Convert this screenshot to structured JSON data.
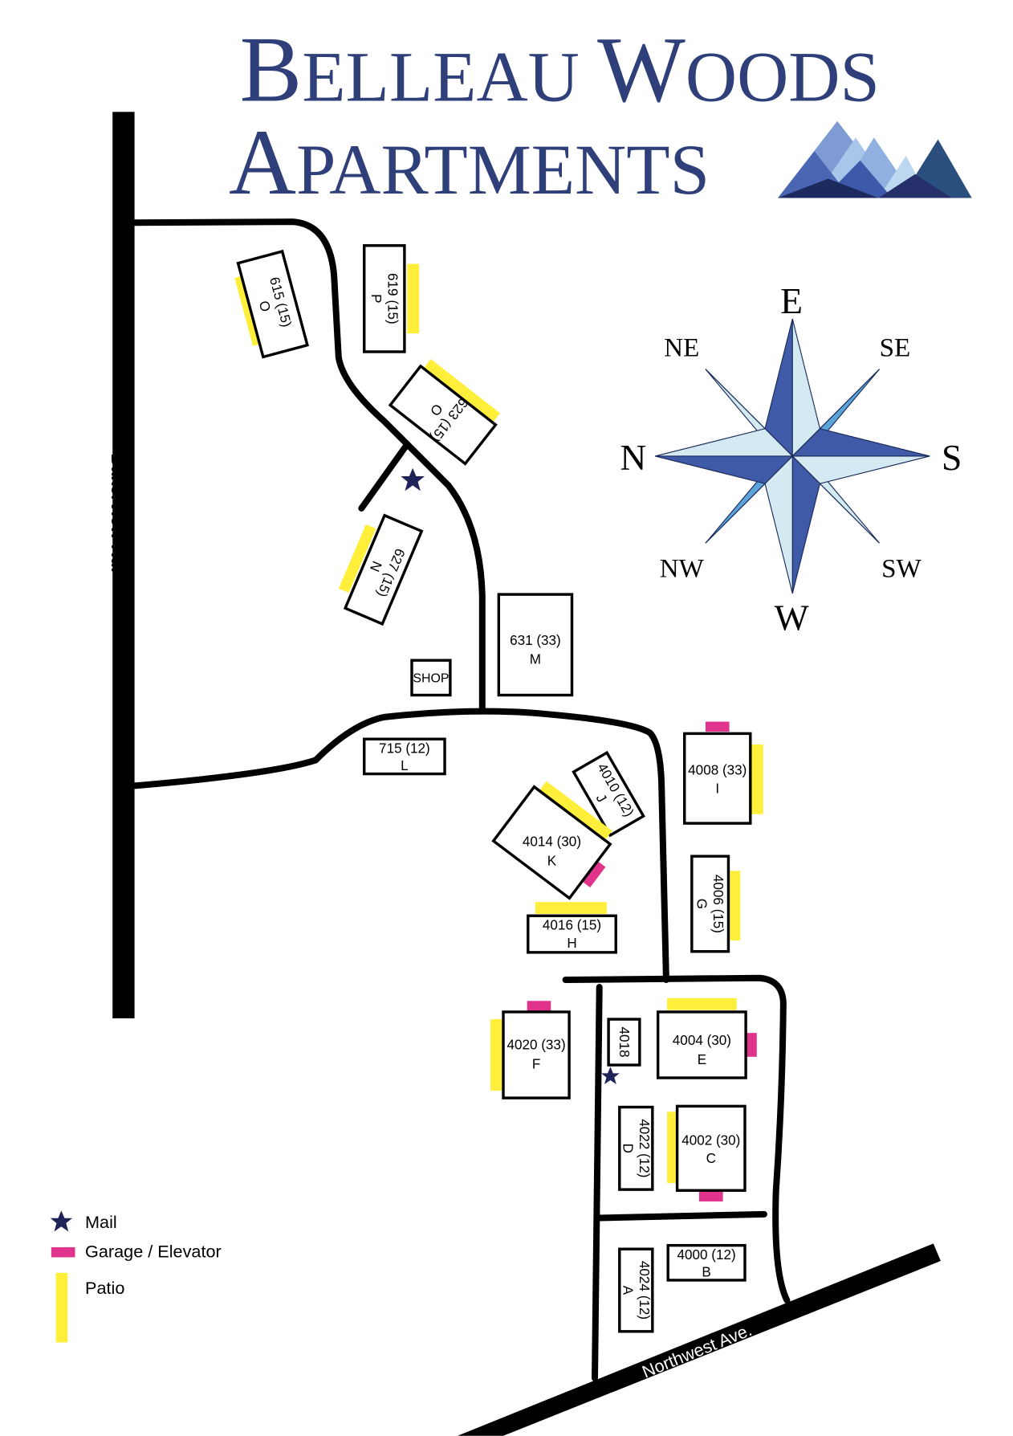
{
  "title": {
    "line1_cap": "B",
    "line1_rest": "ELLEAU",
    "line1_cap2": "W",
    "line1_rest2": "OODS",
    "line2_cap": "A",
    "line2_rest": "PARTMENTS"
  },
  "roads": {
    "bakerview": "Bakerview Rd.",
    "northwest": "Northwest Ave."
  },
  "compass": {
    "n": "N",
    "e": "E",
    "s": "S",
    "w": "W",
    "ne": "NE",
    "se": "SE",
    "nw": "NW",
    "sw": "SW"
  },
  "buildings": {
    "b615": {
      "num": "615 (15)",
      "letter": "O"
    },
    "b619": {
      "num": "619 (15)",
      "letter": "P"
    },
    "b623": {
      "num": "623 (15)",
      "letter": "O"
    },
    "b627": {
      "num": "627 (15)",
      "letter": "N"
    },
    "b631": {
      "num": "631 (33)",
      "letter": "M"
    },
    "shop": {
      "num": "SHOP"
    },
    "b715": {
      "num": "715 (12)",
      "letter": "L"
    },
    "b4010": {
      "num": "4010 (12)",
      "letter": "J"
    },
    "b4014": {
      "num": "4014 (30)",
      "letter": "K"
    },
    "b4008": {
      "num": "4008 (33)",
      "letter": "I"
    },
    "b4006": {
      "num": "4006 (15)",
      "letter": "G"
    },
    "b4016": {
      "num": "4016 (15)",
      "letter": "H"
    },
    "b4020": {
      "num": "4020 (33)",
      "letter": "F"
    },
    "b4018": {
      "num": "4018"
    },
    "b4004": {
      "num": "4004 (30)",
      "letter": "E"
    },
    "b4022": {
      "num": "4022 (12)",
      "letter": "D"
    },
    "b4002": {
      "num": "4002 (30)",
      "letter": "C"
    },
    "b4024": {
      "num": "4024 (12)",
      "letter": "A"
    },
    "b4000": {
      "num": "4000 (12)",
      "letter": "B"
    }
  },
  "legend": {
    "mail": "Mail",
    "garage": "Garage / Elevator",
    "patio": "Patio"
  },
  "colors": {
    "title": "#2f3f7a",
    "patio": "#ffef3b",
    "garage": "#e0338b",
    "mail_star": "#1f2357",
    "compass_dark": "#3f5ba8",
    "compass_light": "#d4eaf3",
    "compass_mid": "#5ba3d8"
  }
}
